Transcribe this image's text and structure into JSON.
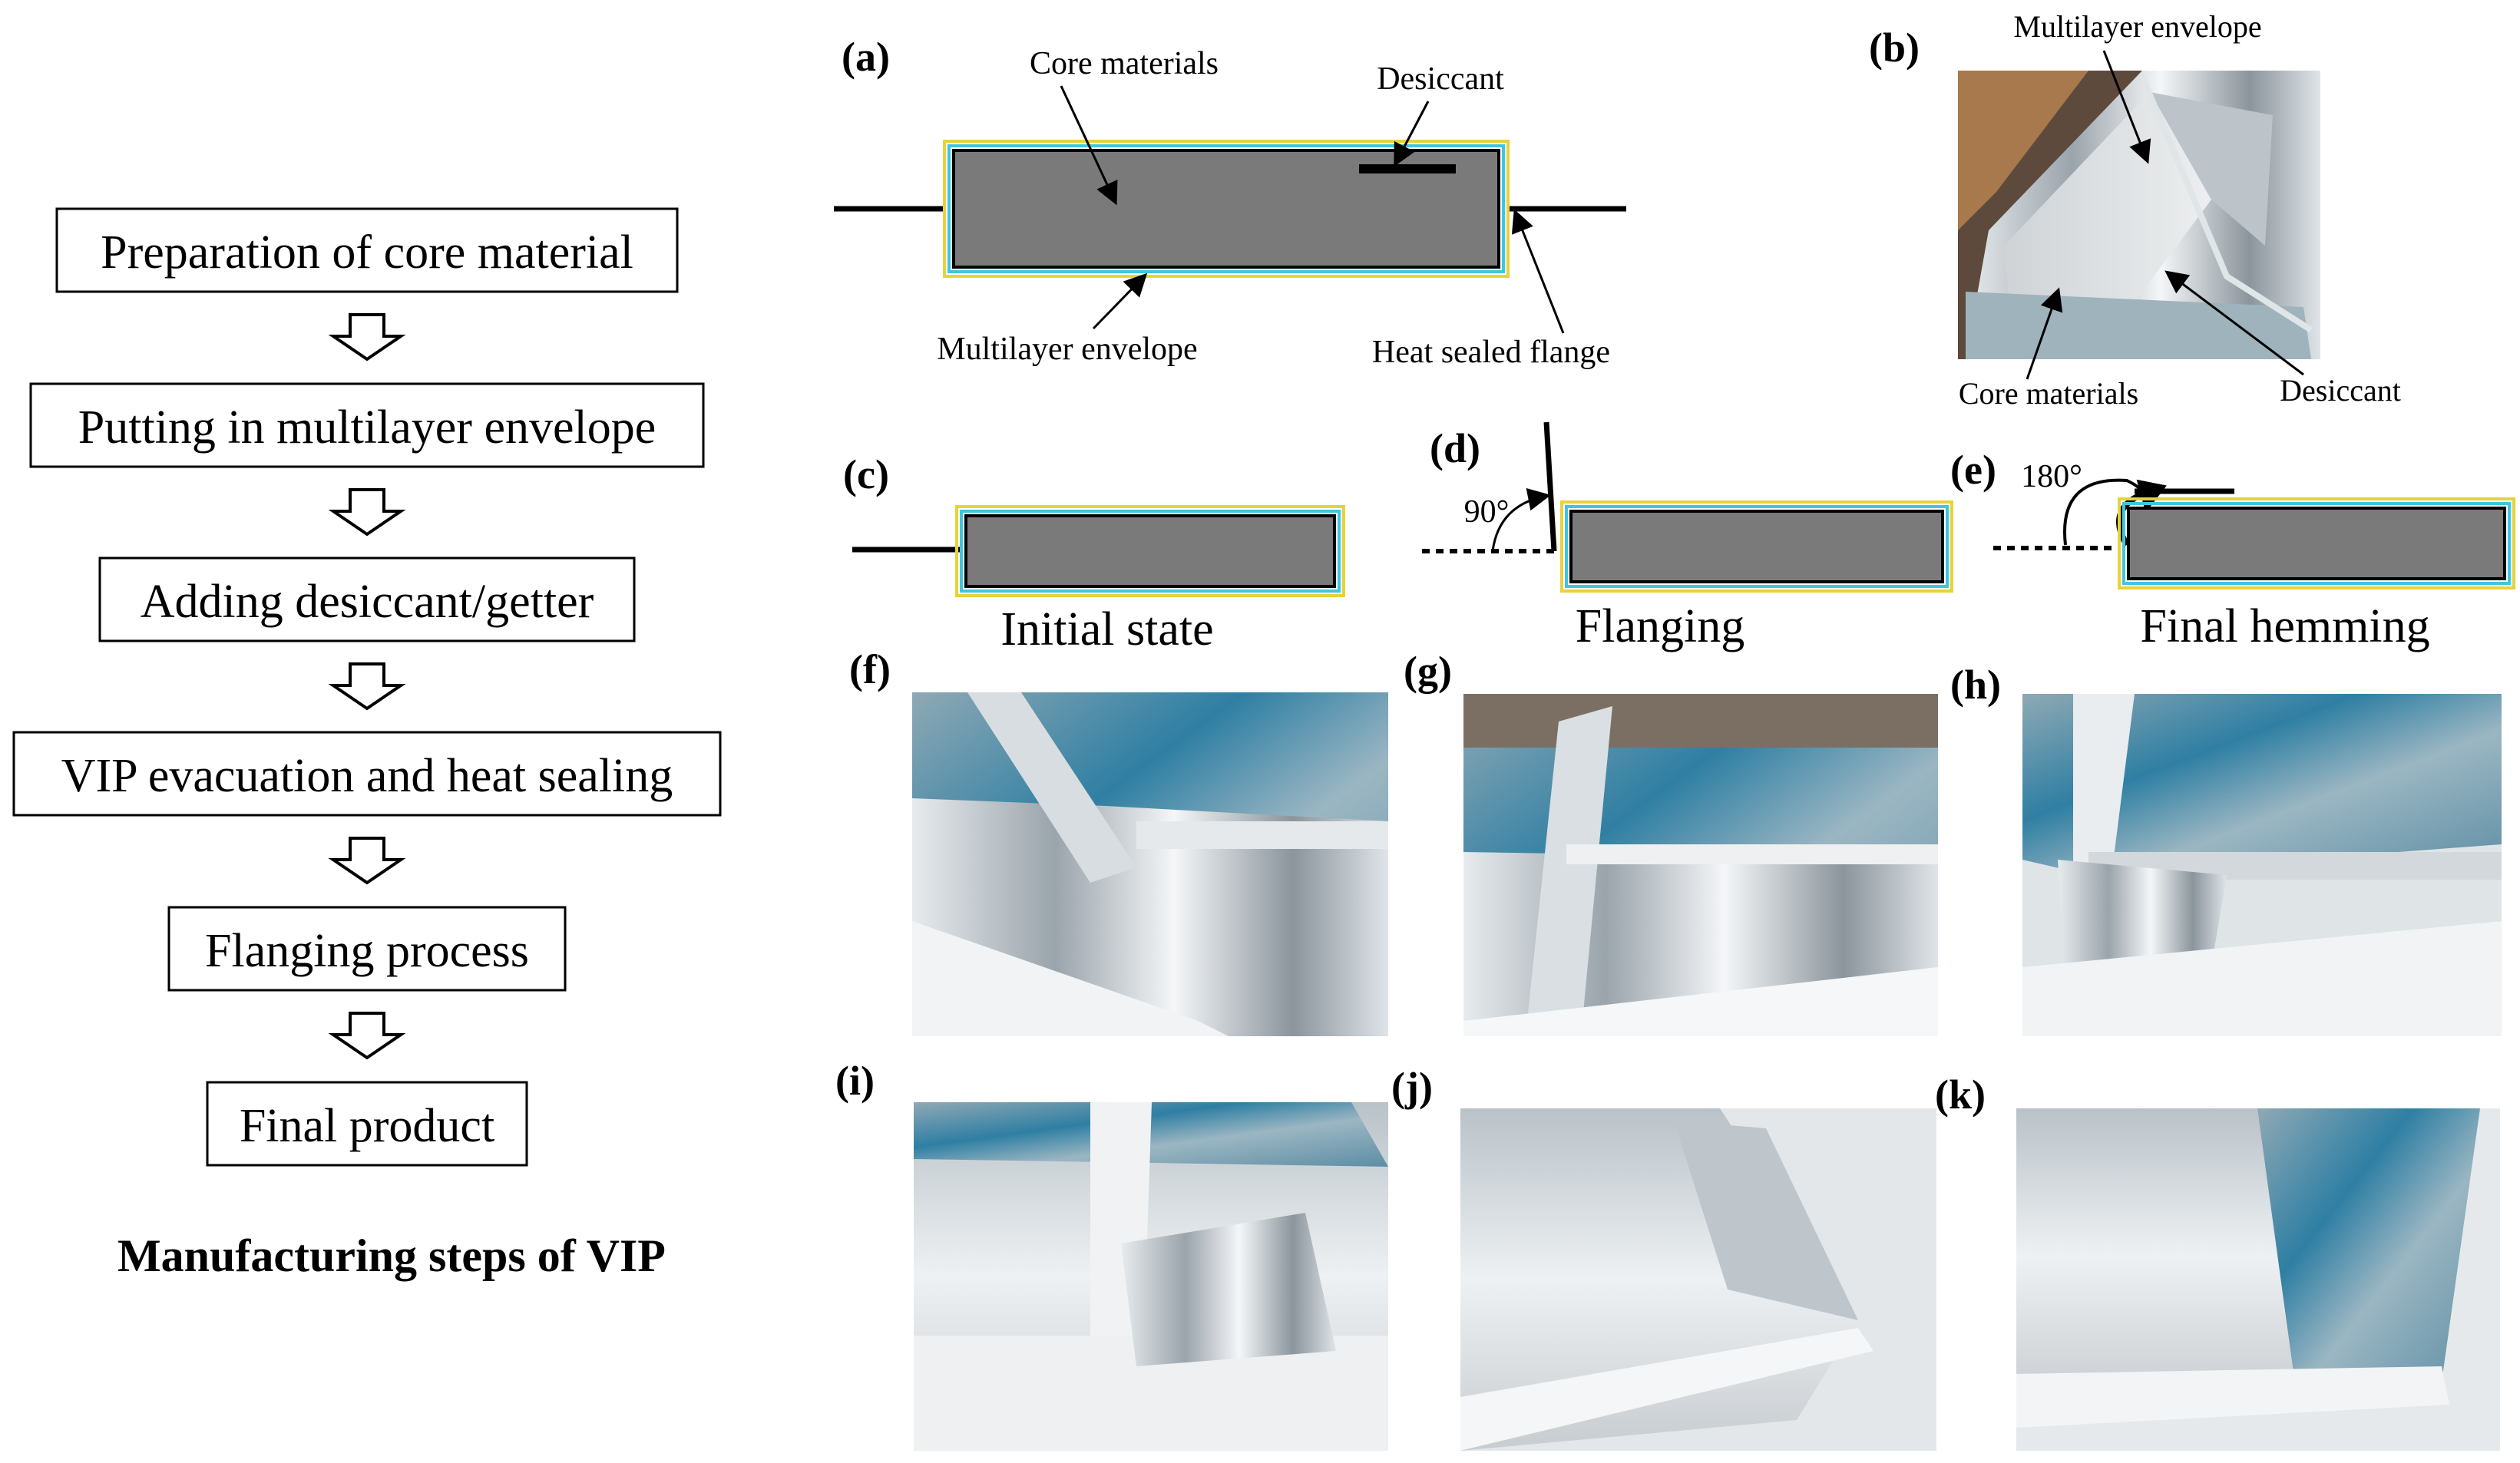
{
  "flowchart": {
    "steps": [
      "Preparation of core material",
      "Putting in multilayer envelope",
      "Adding desiccant/getter",
      "VIP evacuation and heat sealing",
      "Flanging process",
      "Final product"
    ],
    "caption": "Manufacturing steps of VIP"
  },
  "panel_a": {
    "tag": "(a)",
    "core_label": "Core materials",
    "desiccant_label": "Desiccant",
    "envelope_label": "Multilayer envelope",
    "flange_label": "Heat sealed flange"
  },
  "panel_b": {
    "tag": "(b)",
    "envelope_label": "Multilayer envelope",
    "core_label": "Core materials",
    "desiccant_label": "Desiccant"
  },
  "panel_c": {
    "tag": "(c)",
    "caption": "Initial state"
  },
  "panel_d": {
    "tag": "(d)",
    "caption": "Flanging",
    "angle": "90°"
  },
  "panel_e": {
    "tag": "(e)",
    "caption": "Final hemming",
    "angle": "180°"
  },
  "photos": {
    "f": "(f)",
    "g": "(g)",
    "h": "(h)",
    "i": "(i)",
    "j": "(j)",
    "k": "(k)"
  },
  "colors": {
    "core_fill": "#7a7a7a",
    "envelope_yellow": "#e8d23a",
    "envelope_cyan": "#3ec6e0",
    "foil_blue": "#3a8fb0",
    "foil_silver": "#c9ced3"
  }
}
